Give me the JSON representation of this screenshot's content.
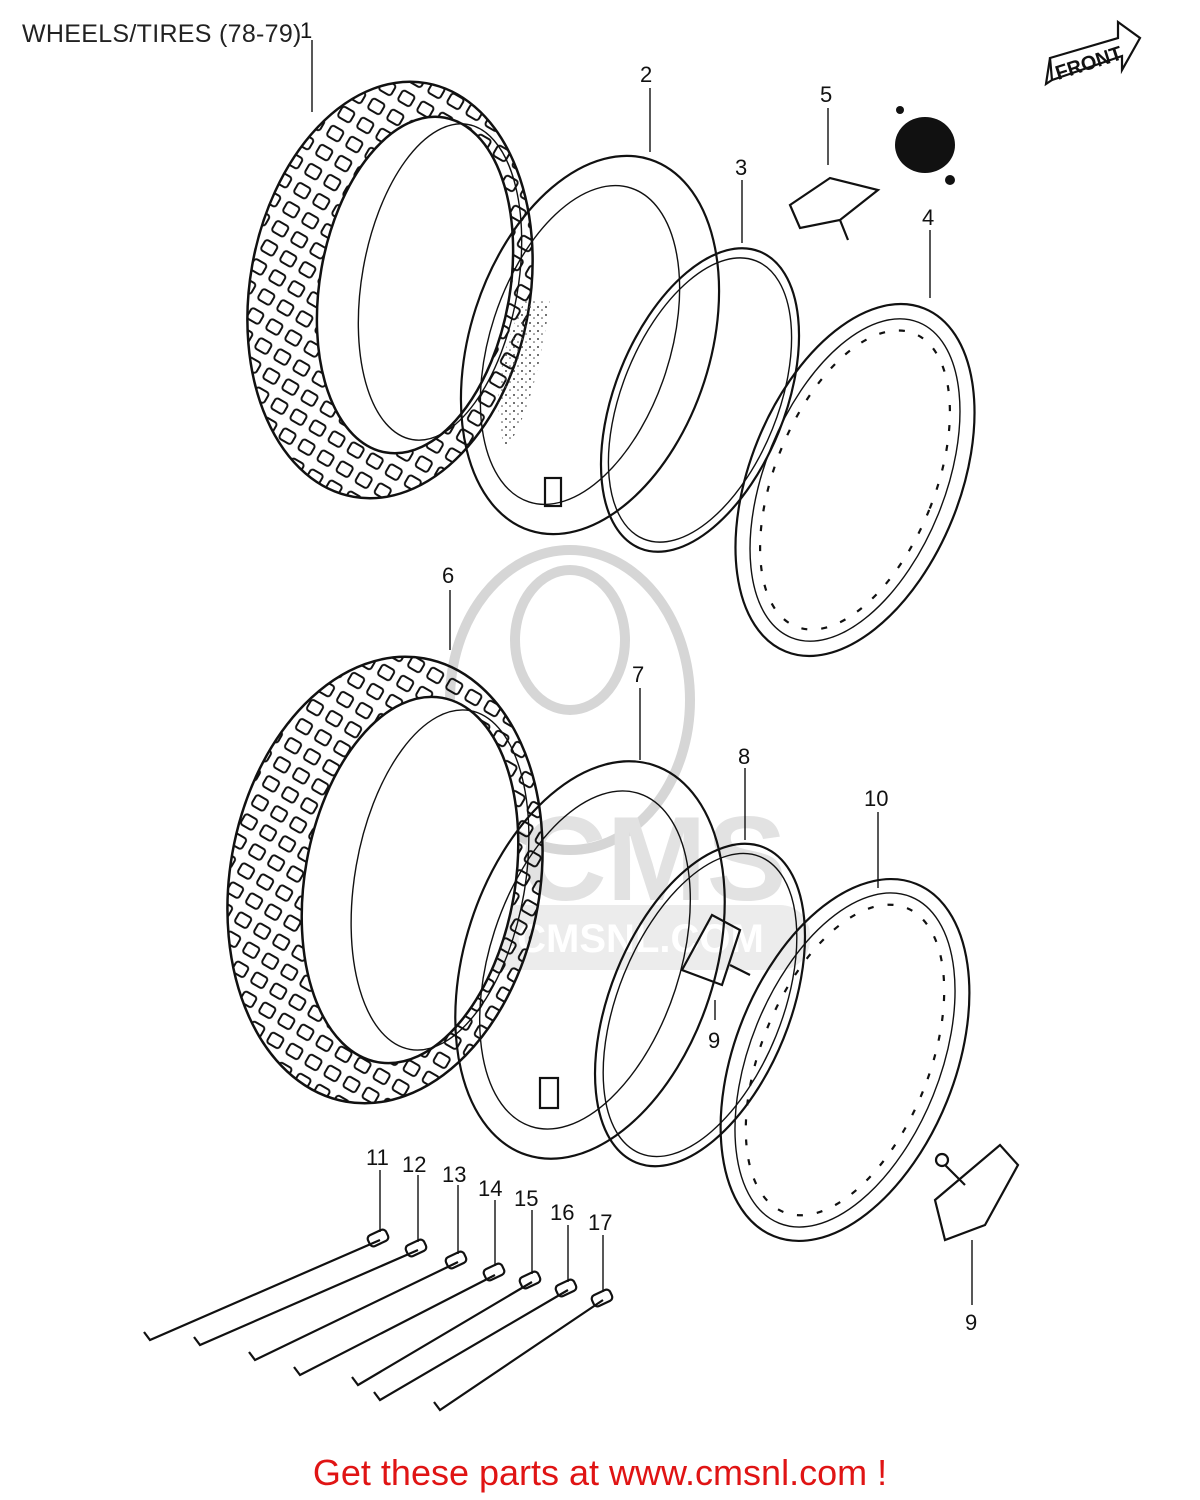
{
  "title": "WHEELS/TIRES (78-79)",
  "front_marker": "FRONT",
  "watermark": {
    "logo_text": "CMS",
    "url_text": "WWW.CMSNL.COM"
  },
  "callouts": [
    "1",
    "2",
    "3",
    "4",
    "5",
    "6",
    "7",
    "8",
    "9",
    "10",
    "11",
    "12",
    "13",
    "14",
    "15",
    "16",
    "17",
    "9"
  ],
  "footer": "Get these parts at www.cmsnl.com !",
  "colors": {
    "ink": "#111111",
    "footer": "#e01414",
    "watermark": "#d6d6d6"
  }
}
